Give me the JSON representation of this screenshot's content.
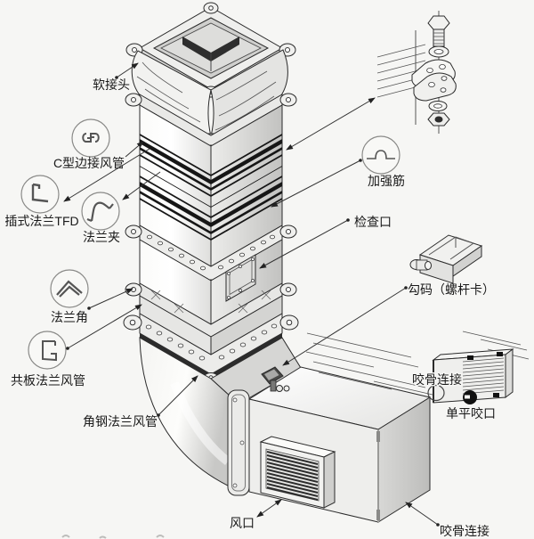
{
  "diagram_type": "hvac-duct-assembly-exploded-diagram",
  "labels": {
    "flexible_joint": "软接头",
    "c_type_duct": "C型边接风管",
    "tfd_flange": "插式法兰TFD",
    "flange_clip": "法兰夹",
    "flange_corner": "法兰角",
    "common_plate_duct": "共板法兰风管",
    "angle_steel_duct": "角钢法兰风管",
    "stiffener_rib": "加强筋",
    "inspection_port": "检查口",
    "hook_clamp": "勾码（螺杆卡）",
    "seam_joint_detail": "咬骨连接",
    "single_flat_seam": "单平咬口",
    "air_outlet": "风口",
    "seam_joint_bottom": "咬骨连接"
  },
  "icons": {
    "c_profile": "c-profile-icon",
    "tfd_flange_profile": "tfd-flange-profile-icon",
    "flange_clip_profile": "flange-clip-icon",
    "flange_corner_profile": "flange-corner-icon",
    "common_plate_profile": "common-plate-flange-icon",
    "rib_profile": "rib-profile-icon"
  },
  "colors": {
    "background": "#f6f6f4",
    "line": "#2b2b2b",
    "fill_light": "#f0f0ee",
    "fill_mid": "#e2e2e0",
    "fill_dark": "#c9c9c7",
    "stripe": "#151515"
  }
}
